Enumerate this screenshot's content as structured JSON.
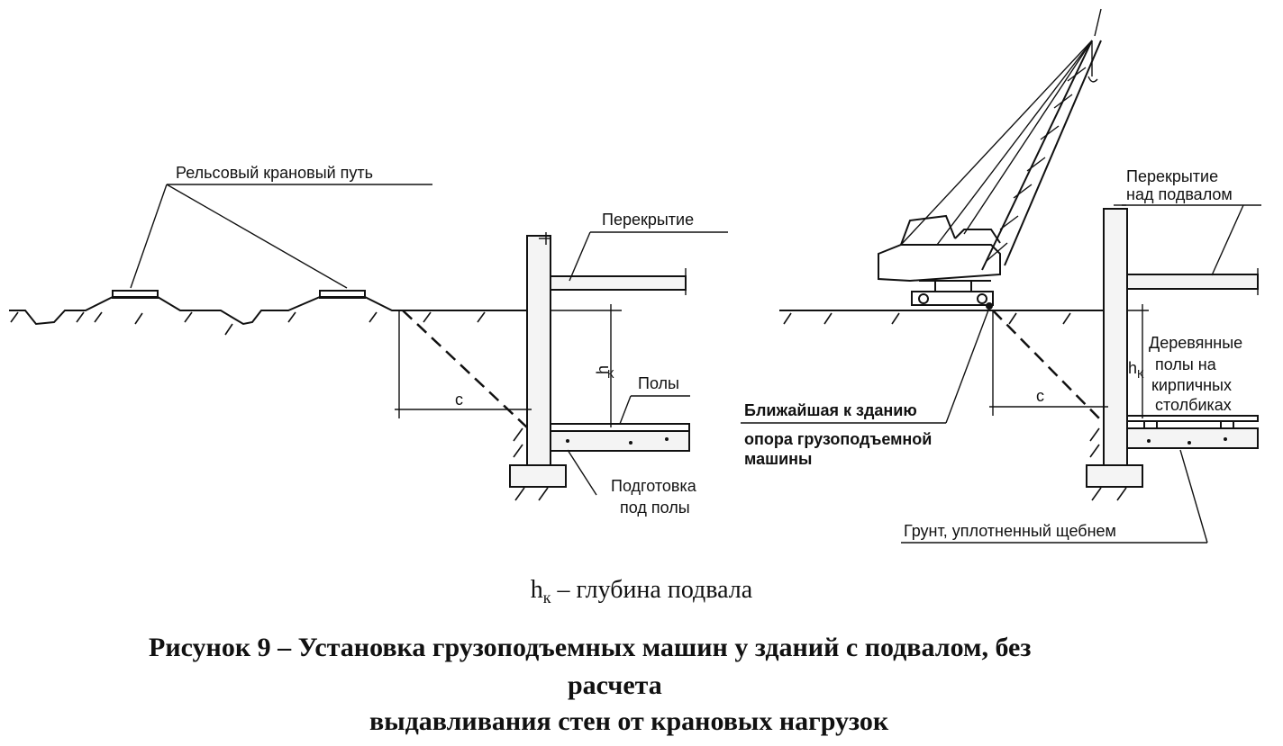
{
  "left": {
    "rail_label": "Рельсовый крановый путь",
    "slab_label": "Перекрытие",
    "floor_label": "Полы",
    "prep_label_1": "Подготовка",
    "prep_label_2": "под полы",
    "dim_c": "c",
    "dim_h": "h",
    "dim_h_sub": "К"
  },
  "right": {
    "slab_label_1": "Перекрытие",
    "slab_label_2": "над подвалом",
    "wood_label_1": "Деревянные",
    "wood_label_2": "полы на",
    "wood_label_3": "кирпичных",
    "wood_label_4": "столбиках",
    "support_label_1": "Ближайшая к зданию",
    "support_label_2": "опора грузоподъемной",
    "support_label_3": "машины",
    "soil_label": "Грунт, уплотненный щебнем",
    "dim_c": "c",
    "dim_h": "h",
    "dim_h_sub": "К"
  },
  "legend": {
    "symbol": "h",
    "symbol_sub": "к",
    "text": " – глубина подвала"
  },
  "caption": {
    "line1": "Рисунок 9 – Установка грузоподъемных машин у зданий с подвалом, без",
    "line2": "расчета",
    "line3": "выдавливания стен от крановых нагрузок"
  }
}
